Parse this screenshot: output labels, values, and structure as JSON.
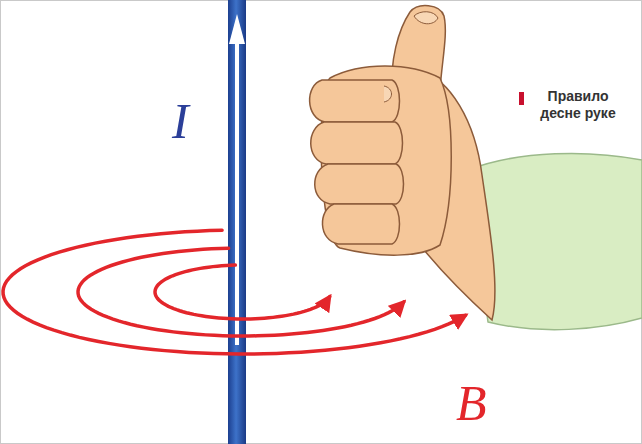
{
  "diagram": {
    "title": "Правило десне руке",
    "labels": [
      "I",
      "B"
    ]
  }
}
